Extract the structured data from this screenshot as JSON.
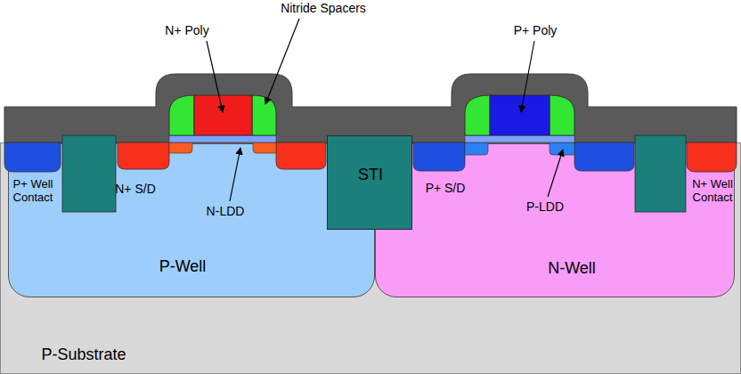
{
  "diagram": {
    "nodes": [
      {
        "text": [
          "P-Substrate"
        ]
      },
      {
        "text": [
          "P-Well"
        ],
        "in": 0
      },
      {
        "text": [
          "N-Well"
        ],
        "in": 0
      },
      {
        "text": [
          "STI"
        ]
      }
    ],
    "labels": [
      "Nitride Spacers",
      "N+ Poly",
      "P+ Poly",
      "P+ Well Contact",
      "N+ S/D",
      "N-LDD",
      "P+ S/D",
      "P-LDD",
      "N+ Well Contact"
    ]
  }
}
